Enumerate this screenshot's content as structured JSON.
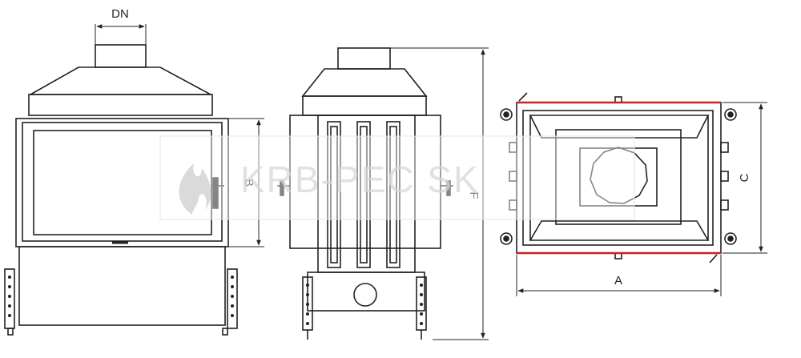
{
  "dimensions": {
    "dn": "DN",
    "a": "A",
    "b": "B",
    "c": "C",
    "f": "F"
  },
  "watermark": {
    "text": "KRB-PEC SK"
  },
  "colors": {
    "line": "#222222",
    "accent": "#cc2222",
    "watermark": "#d0d0d0"
  }
}
